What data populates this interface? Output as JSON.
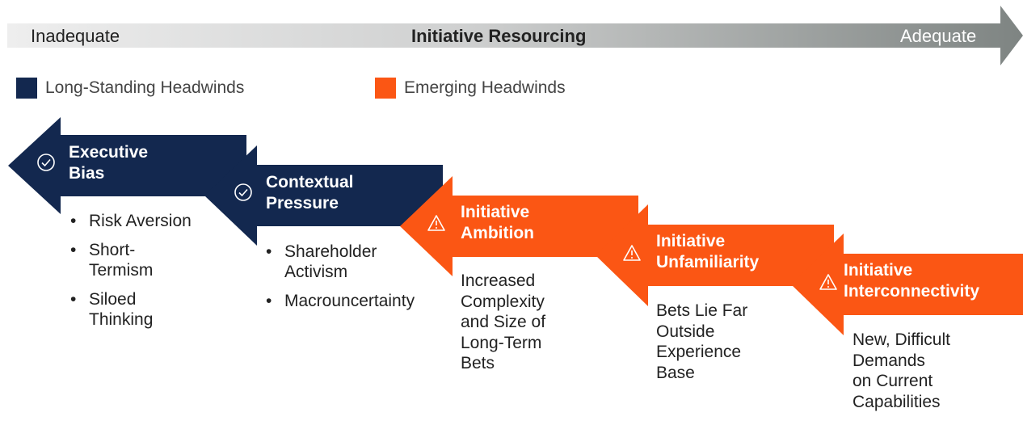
{
  "scale": {
    "left_label": "Inadequate",
    "title": "Initiative Resourcing",
    "right_label": "Adequate"
  },
  "legend": [
    {
      "label": "Long-Standing Headwinds",
      "color": "#13284f"
    },
    {
      "label": "Emerging Headwinds",
      "color": "#fb5614"
    }
  ],
  "headwinds": [
    {
      "title_line1": "Executive",
      "title_line2": "Bias",
      "type": "long-standing",
      "icon": "check-circle-icon",
      "items": [
        "Risk Aversion",
        "Short-\nTermism",
        "Siloed\nThinking"
      ]
    },
    {
      "title_line1": "Contextual",
      "title_line2": "Pressure",
      "type": "long-standing",
      "icon": "check-circle-icon",
      "items": [
        "Shareholder\nActivism",
        "Macrouncertainty"
      ]
    },
    {
      "title_line1": "Initiative",
      "title_line2": "Ambition",
      "type": "emerging",
      "icon": "warning-icon",
      "description": "Increased\nComplexity\nand Size of\nLong-Term\nBets"
    },
    {
      "title_line1": "Initiative",
      "title_line2": "Unfamiliarity",
      "type": "emerging",
      "icon": "warning-icon",
      "description": "Bets Lie Far\nOutside\nExperience\nBase"
    },
    {
      "title_line1": "Initiative",
      "title_line2": "Interconnectivity",
      "type": "emerging",
      "icon": "warning-icon",
      "description": "New, Difficult\nDemands\non Current\nCapabilities"
    }
  ]
}
